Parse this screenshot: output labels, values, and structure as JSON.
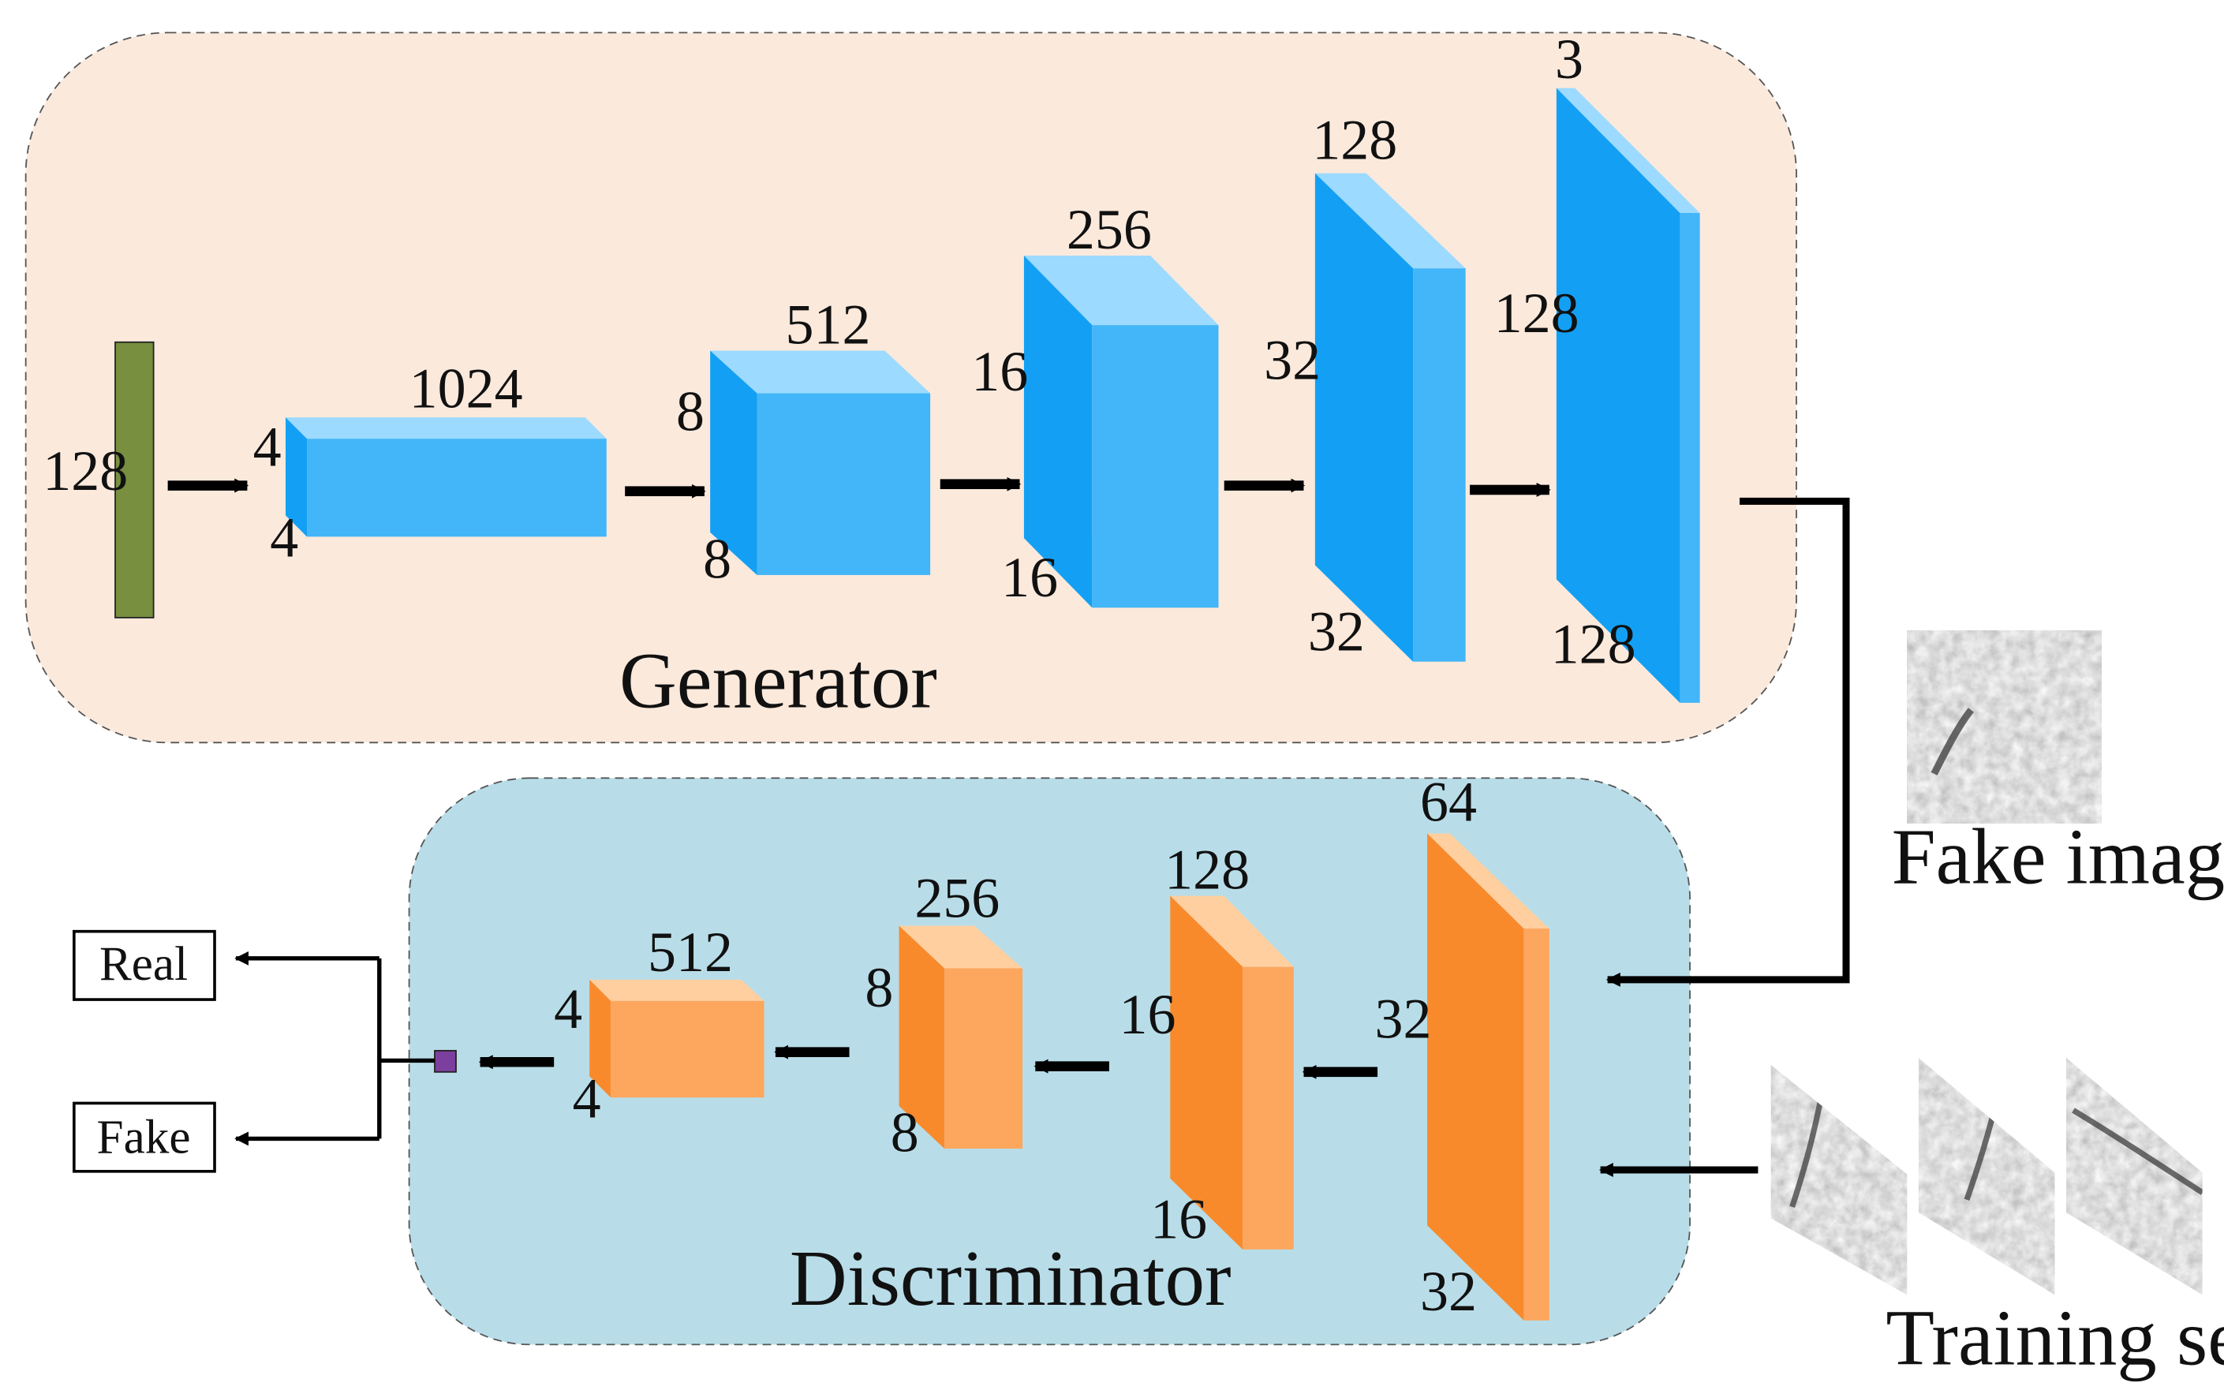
{
  "colors": {
    "generator_panel": "#fbe9dc",
    "discriminator_panel": "#b8dde8",
    "noise_vector": "#788f40",
    "gen_front": "#42b6f8",
    "gen_side": "#13a0f4",
    "gen_top": "#9cdaff",
    "disc_front": "#fda65e",
    "disc_side": "#f98a2c",
    "disc_top": "#ffcf9f",
    "output_square": "#7b3f9e"
  },
  "generator": {
    "title": "Generator",
    "input": {
      "size": "128"
    },
    "layers": [
      {
        "depth": "1024",
        "height": "4",
        "width": "4"
      },
      {
        "depth": "512",
        "height": "8",
        "width": "8"
      },
      {
        "depth": "256",
        "height": "16",
        "width": "16"
      },
      {
        "depth": "128",
        "height": "32",
        "width": "32"
      },
      {
        "depth": "3",
        "height": "128",
        "width": "128"
      }
    ]
  },
  "discriminator": {
    "title": "Discriminator",
    "layers": [
      {
        "depth": "64",
        "height": "32",
        "width": "32"
      },
      {
        "depth": "128",
        "height": "16",
        "width": "16"
      },
      {
        "depth": "256",
        "height": "8",
        "width": "8"
      },
      {
        "depth": "512",
        "height": "4",
        "width": "4"
      }
    ]
  },
  "outputs": {
    "real": "Real",
    "fake": "Fake"
  },
  "fake_image": {
    "label": "Fake image"
  },
  "training_set": {
    "label": "Training set",
    "count": 3
  }
}
